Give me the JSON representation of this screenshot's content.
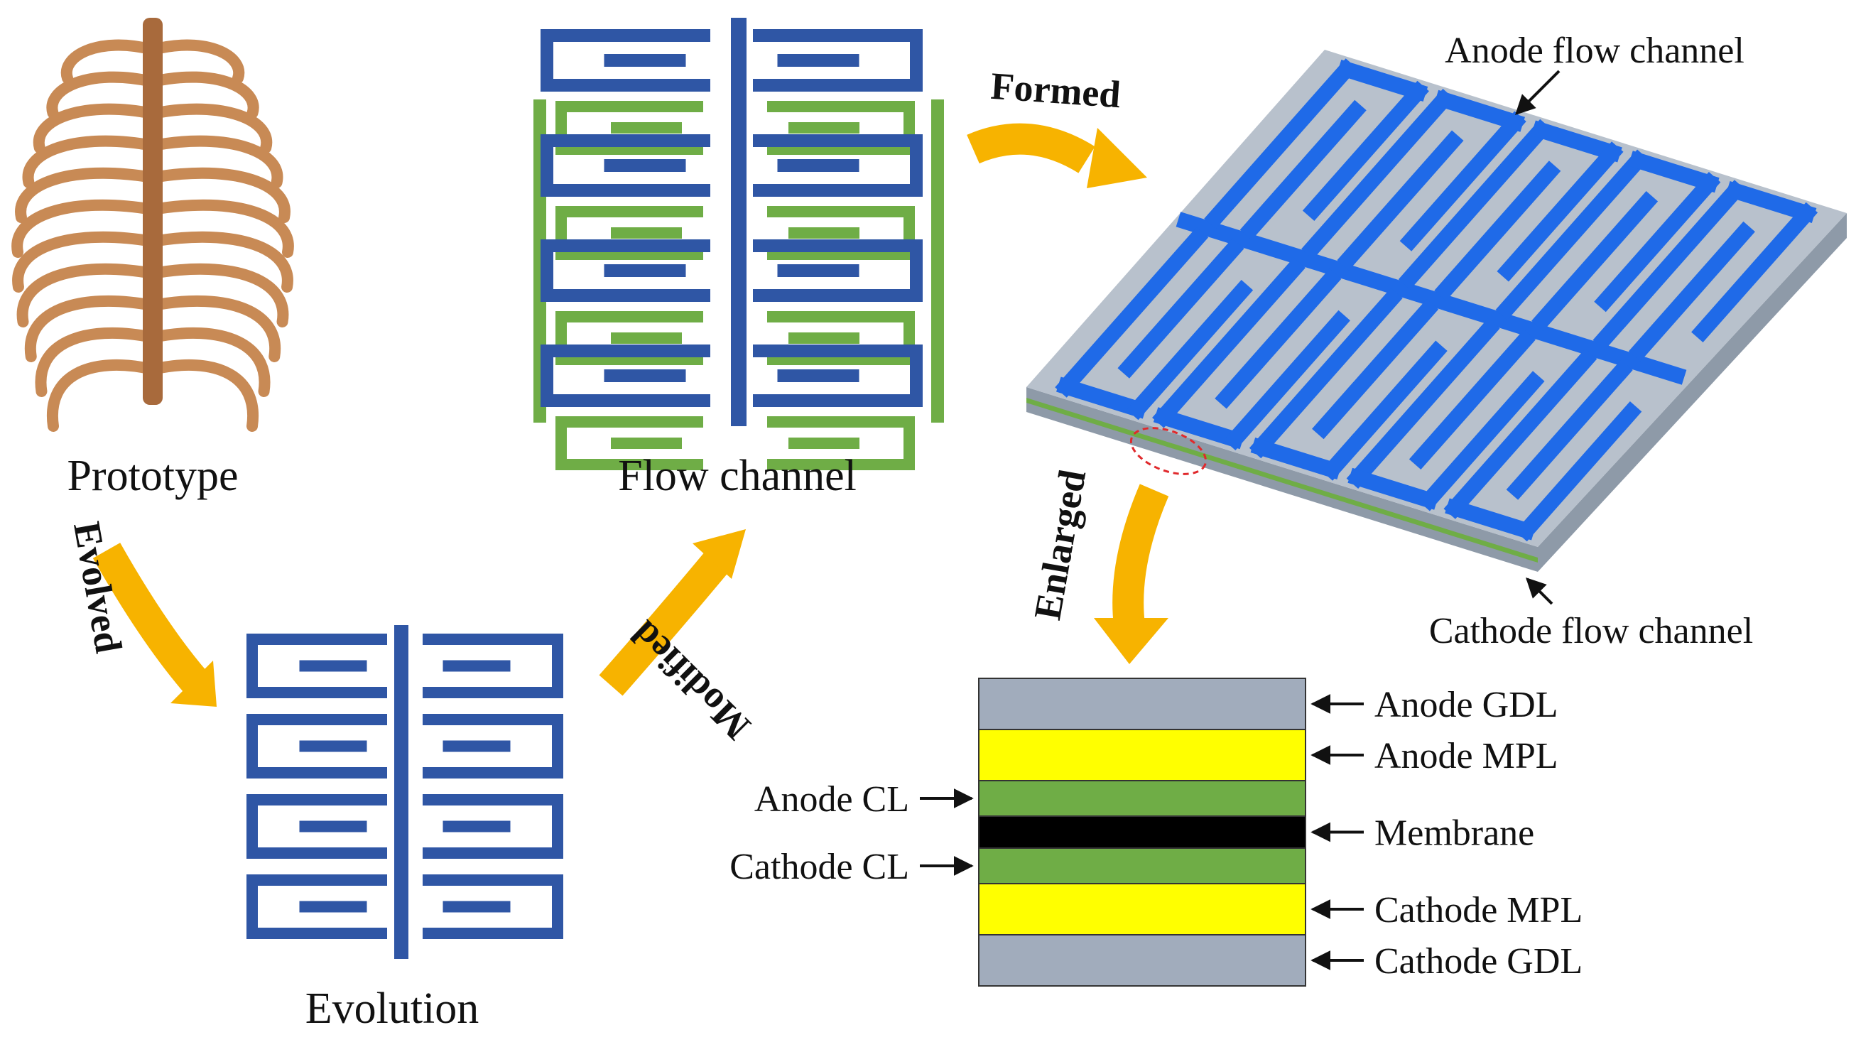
{
  "figure": {
    "prototype_label": "Prototype",
    "evolution_label": "Evolution",
    "flow_channel_label": "Flow channel",
    "arrows": {
      "evolved": "Evolved",
      "modified": "Modified",
      "formed": "Formed",
      "enlarged": "Enlarged"
    },
    "callouts": {
      "anode_flow_channel": "Anode flow channel",
      "cathode_flow_channel": "Cathode flow channel"
    },
    "layers": [
      {
        "name": "Anode GDL",
        "color": "#a1acbc",
        "side": "right"
      },
      {
        "name": "Anode MPL",
        "color": "#ffff00",
        "side": "right"
      },
      {
        "name": "Anode CL",
        "color": "#6fad46",
        "side": "left"
      },
      {
        "name": "Membrane",
        "color": "#000000",
        "side": "right"
      },
      {
        "name": "Cathode CL",
        "color": "#6fad46",
        "side": "left"
      },
      {
        "name": "Cathode MPL",
        "color": "#ffff00",
        "side": "right"
      },
      {
        "name": "Cathode GDL",
        "color": "#a1acbc",
        "side": "right"
      }
    ],
    "colors": {
      "blue_channel": "#2f56a5",
      "green_channel": "#6fad46",
      "plate_blue": "#1f6ae8",
      "plate_gray": "#b8c1cc",
      "arrow_orange": "#f7b300",
      "rib_brown": "#c88a55"
    },
    "icons": [
      "ribcage-illustration",
      "flow-field-diagram",
      "fuel-cell-plate-3d"
    ]
  }
}
